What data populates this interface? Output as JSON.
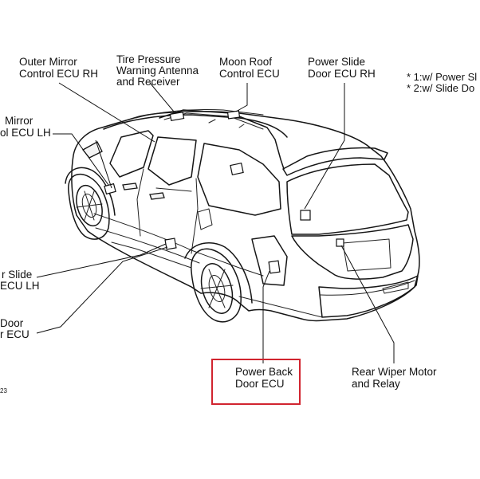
{
  "labels": {
    "outer_mirror_rh": [
      "Outer Mirror",
      "Control ECU RH"
    ],
    "tpms_antenna": [
      "Tire Pressure",
      "Warning Antenna",
      "and Receiver"
    ],
    "moon_roof": [
      "Moon Roof",
      "Control ECU"
    ],
    "power_slide_rh": [
      "Power Slide",
      "Door ECU RH"
    ],
    "outer_mirror_lh": [
      "Mirror",
      "ol ECU LH"
    ],
    "power_slide_lh": [
      "r Slide",
      "ECU LH"
    ],
    "door_ecu": [
      "Door",
      "r ECU"
    ],
    "power_back_door": [
      "Power Back",
      "Door ECU"
    ],
    "rear_wiper": [
      "Rear Wiper Motor",
      "and Relay"
    ]
  },
  "notes": [
    "* 1:w/ Power Sl",
    "* 2:w/ Slide Do"
  ],
  "figure_code": "23",
  "colors": {
    "highlight": "#d1242f",
    "line": "#111111"
  }
}
